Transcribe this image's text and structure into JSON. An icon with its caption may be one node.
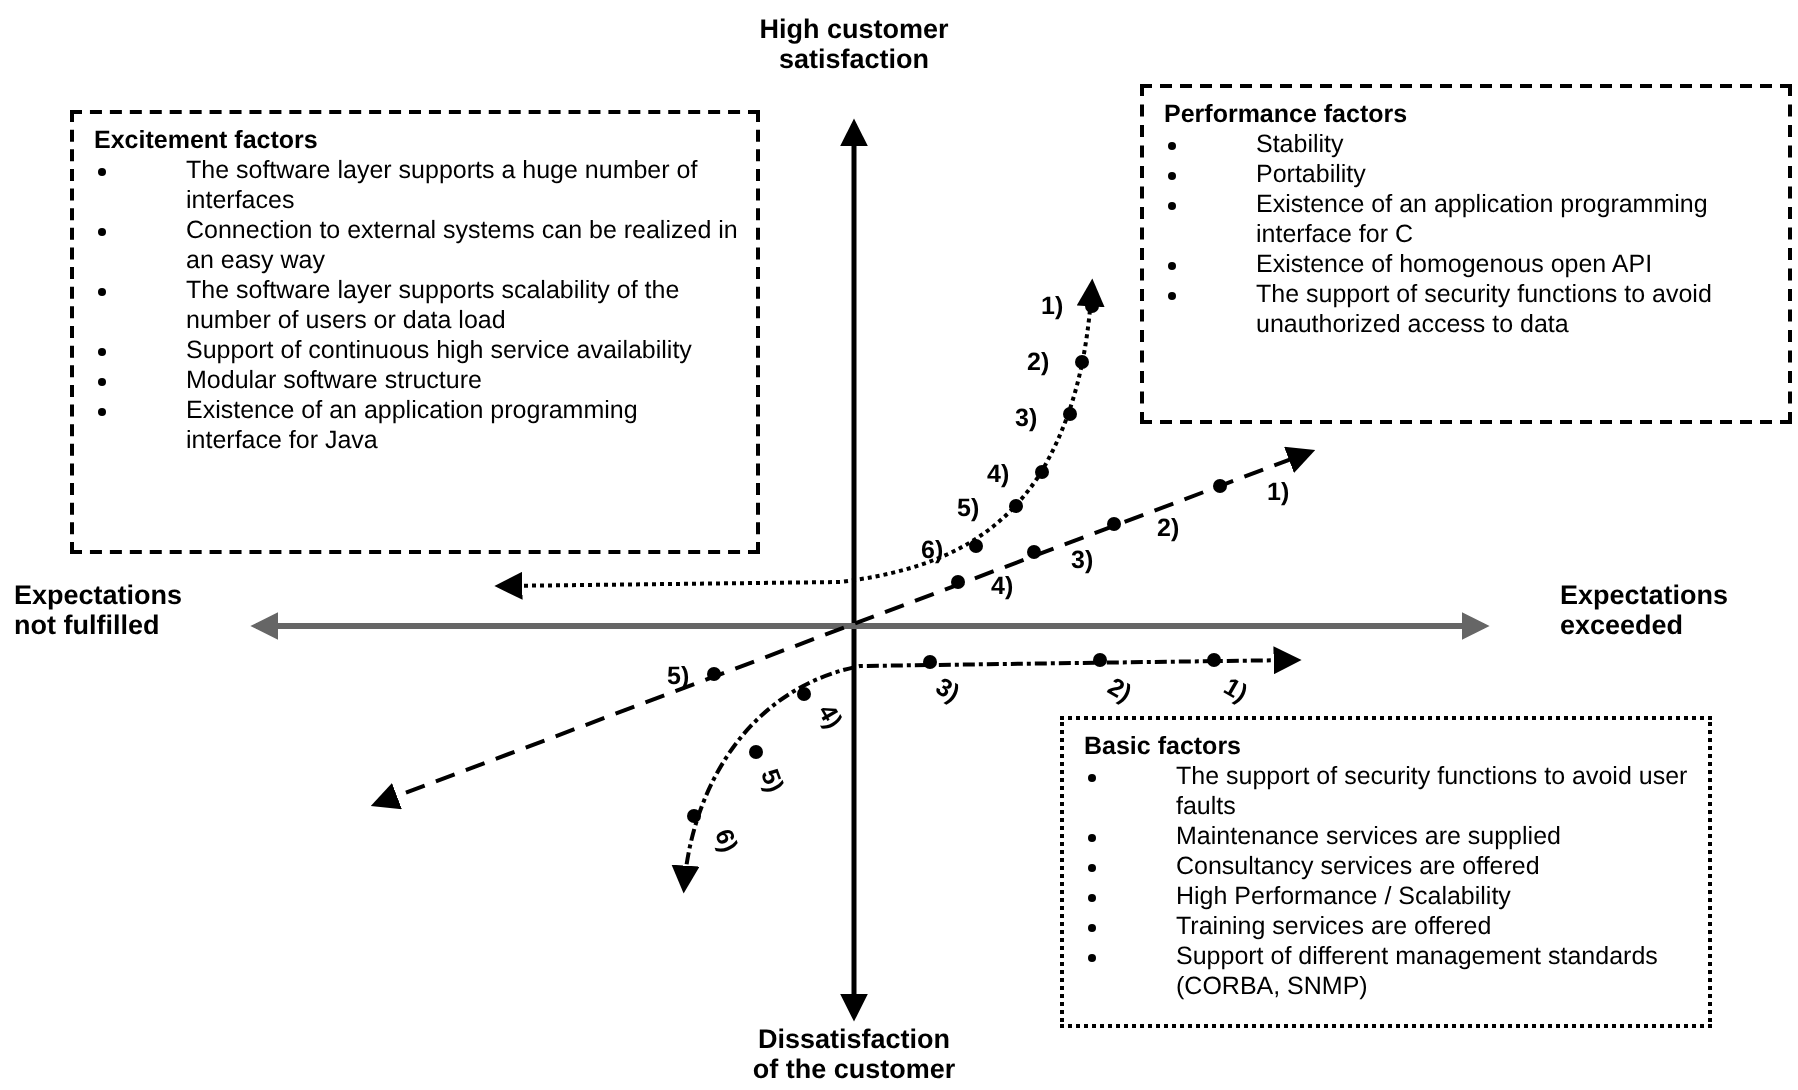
{
  "diagram": {
    "nodes": [
      {
        "text": [
          "Excitement factors",
          "The software layer supports a huge number of interfaces",
          "Connection to external systems can be realized in an easy way",
          "The software layer supports scalability of the number of users or data load",
          "Support of continuous high service availability",
          "Modular software structure",
          "Existence of an application programming interface for Java"
        ]
      },
      {
        "text": [
          "Performance factors",
          "Stability",
          "Portability",
          "Existence of an application programming interface for C",
          "Existence of homogenous open API",
          "The support of security functions to avoid unauthorized access to data"
        ]
      },
      {
        "text": [
          "Basic factors",
          "The support of security functions to avoid user faults",
          "Maintenance services are supplied",
          "Consultancy services are offered",
          "High Performance / Scalability",
          "Training services are offered",
          "Support of different management standards (CORBA, SNMP)"
        ]
      }
    ],
    "labels": [
      "High customer satisfaction",
      "1)",
      "2)",
      "3)",
      "4)",
      "1)",
      "5)",
      "2)",
      "6)",
      "3)",
      "4)",
      "Expectations not fulfilled",
      "Expectations exceeded",
      "5)",
      "3)",
      "2)",
      "1)",
      "4)",
      "5)",
      "6)",
      "Dissatisfaction of the customer"
    ]
  }
}
